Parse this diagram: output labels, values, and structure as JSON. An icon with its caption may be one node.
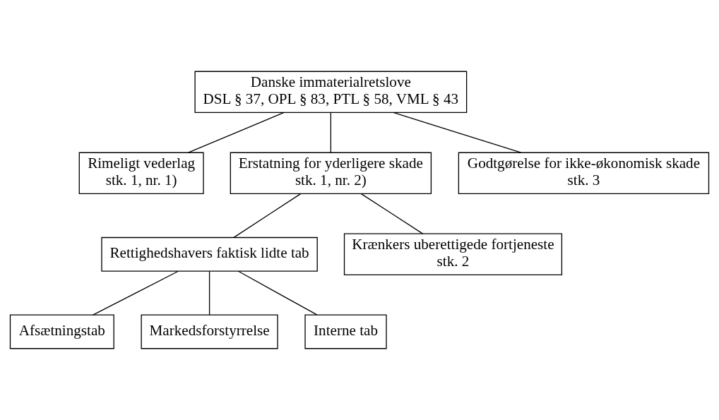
{
  "diagram": {
    "nodes": [
      {
        "text": [
          "Danske immaterialretslove",
          "DSL § 37, OPL § 83, PTL § 58, VML § 43"
        ]
      },
      {
        "text": [
          "Rimeligt vederlag",
          "stk. 1, nr. 1)"
        ]
      },
      {
        "text": [
          "Erstatning for yderligere skade",
          "stk. 1, nr. 2)"
        ]
      },
      {
        "text": [
          "Godtgørelse for ikke-økonomisk skade",
          "stk. 3"
        ]
      },
      {
        "text": [
          "Rettighedshavers faktisk lidte tab"
        ]
      },
      {
        "text": [
          "Krænkers uberettigede fortjeneste",
          "stk. 2"
        ]
      },
      {
        "text": [
          "Afsætningstab"
        ]
      },
      {
        "text": [
          "Markedsforstyrrelse"
        ]
      },
      {
        "text": [
          "Interne tab"
        ]
      }
    ],
    "edges": [
      {
        "from": 0,
        "to": 1,
        "arrow": "none"
      },
      {
        "from": 0,
        "to": 2,
        "arrow": "none"
      },
      {
        "from": 0,
        "to": 3,
        "arrow": "none"
      },
      {
        "from": 2,
        "to": 4,
        "arrow": "none"
      },
      {
        "from": 2,
        "to": 5,
        "arrow": "none"
      },
      {
        "from": 4,
        "to": 6,
        "arrow": "none"
      },
      {
        "from": 4,
        "to": 7,
        "arrow": "none"
      },
      {
        "from": 4,
        "to": 8,
        "arrow": "none"
      }
    ]
  }
}
